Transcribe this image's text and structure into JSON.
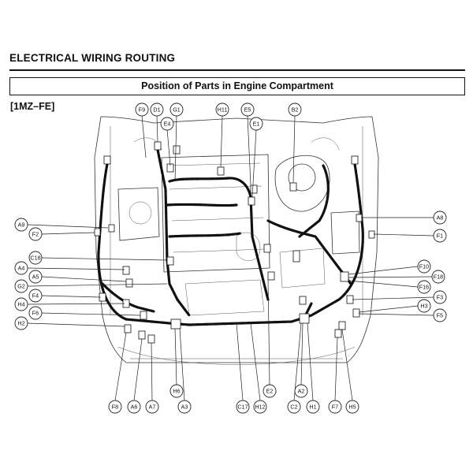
{
  "header": {
    "title": "ELECTRICAL WIRING ROUTING",
    "subtitle": "Position of Parts in Engine Compartment",
    "engine_code": "[1MZ–FE]"
  },
  "callouts": {
    "top": [
      "F9",
      "D1",
      "G1",
      "E4",
      "H11",
      "E5",
      "E1",
      "B2"
    ],
    "left": [
      "A9",
      "F2",
      "C18",
      "A4",
      "A5",
      "G2",
      "F4",
      "H4",
      "F6",
      "H2"
    ],
    "right": [
      "A8",
      "F1",
      "F10",
      "F18",
      "F16",
      "F3",
      "H3",
      "F5"
    ],
    "bottom": [
      "F8",
      "A6",
      "A7",
      "H6",
      "A3",
      "C17",
      "H12",
      "E2",
      "A2",
      "C2",
      "H1",
      "F7",
      "H5"
    ]
  }
}
